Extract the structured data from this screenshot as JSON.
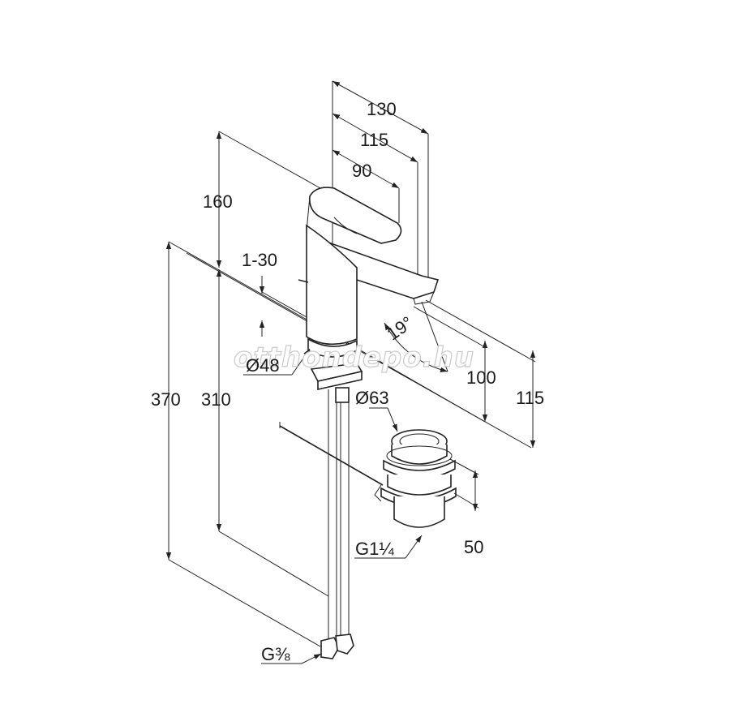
{
  "dimensions": {
    "d130": "130",
    "d115_top": "115",
    "d90": "90",
    "d160": "160",
    "d1_30": "1-30",
    "d370": "370",
    "d310": "310",
    "d48": "Ø48",
    "d19": "19°",
    "d100": "100",
    "d115_right": "115",
    "d63": "Ø63",
    "d50": "50",
    "g114": "G1¼",
    "g38": "G⅜"
  },
  "watermark": "otthondepo.hu",
  "colors": {
    "line": "#222222",
    "text": "#1a1a1a",
    "watermark_outline": "#c9c9c9"
  }
}
